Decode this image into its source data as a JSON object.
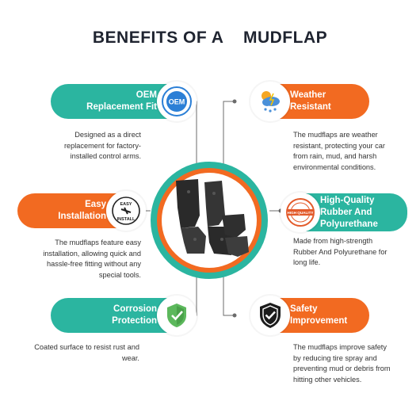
{
  "title": "BENEFITS OF A    MUDFLAP",
  "colors": {
    "teal": "#2bb5a0",
    "orange": "#f26a21",
    "dark": "#1f2430"
  },
  "features": [
    {
      "label": "OEM\nReplacement Fit",
      "icon": "oem-badge-icon",
      "badge_text": "OEM",
      "desc": "Designed as a direct replacement for factory-installed control arms."
    },
    {
      "label": "Weather\nResistant",
      "icon": "weather-icon",
      "desc": "The mudflaps are weather resistant, protecting your car from rain, mud, and harsh environmental conditions."
    },
    {
      "label": "Easy\nInstallation",
      "icon": "easy-install-icon",
      "badge_text_top": "EASY",
      "badge_text_bottom": "INSTALL",
      "desc": "The mudflaps feature easy installation, allowing quick and hassle-free fitting without any special tools."
    },
    {
      "label": "High-Quality\nRubber And\nPolyurethane",
      "icon": "high-quality-stamp-icon",
      "badge_text": "HIGH QUALITY",
      "desc": "Made from high-strength Rubber And Polyurethane for long life."
    },
    {
      "label": "Corrosion\nProtection",
      "icon": "shield-check-icon",
      "desc": "Coated surface to resist rust and wear."
    },
    {
      "label": "Safety\nImprovement",
      "icon": "safety-shield-icon",
      "desc": "The mudflaps improve safety by reducing tire spray and preventing mud or debris from hitting other vehicles."
    }
  ]
}
